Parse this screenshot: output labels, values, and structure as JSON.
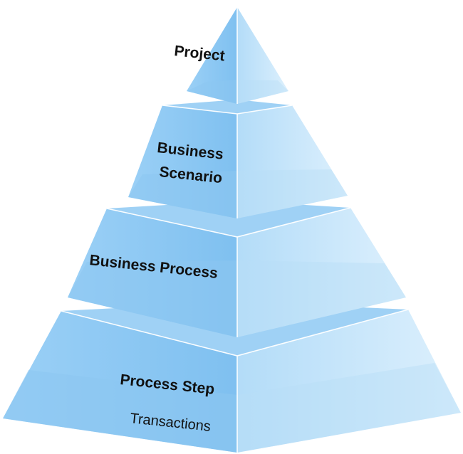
{
  "diagram": {
    "levels": [
      {
        "id": "project",
        "label": "Project"
      },
      {
        "id": "business-scenario",
        "label_line1": "Business",
        "label_line2": "Scenario"
      },
      {
        "id": "business-process",
        "label": "Business Process"
      },
      {
        "id": "process-step",
        "label": "Process Step",
        "sublabel": "Transactions"
      }
    ],
    "colors": {
      "left_face": "#8ec8f2",
      "right_face": "#c9e6fb",
      "top_face": "#9fd1f5",
      "edge": "#ffffff"
    }
  }
}
